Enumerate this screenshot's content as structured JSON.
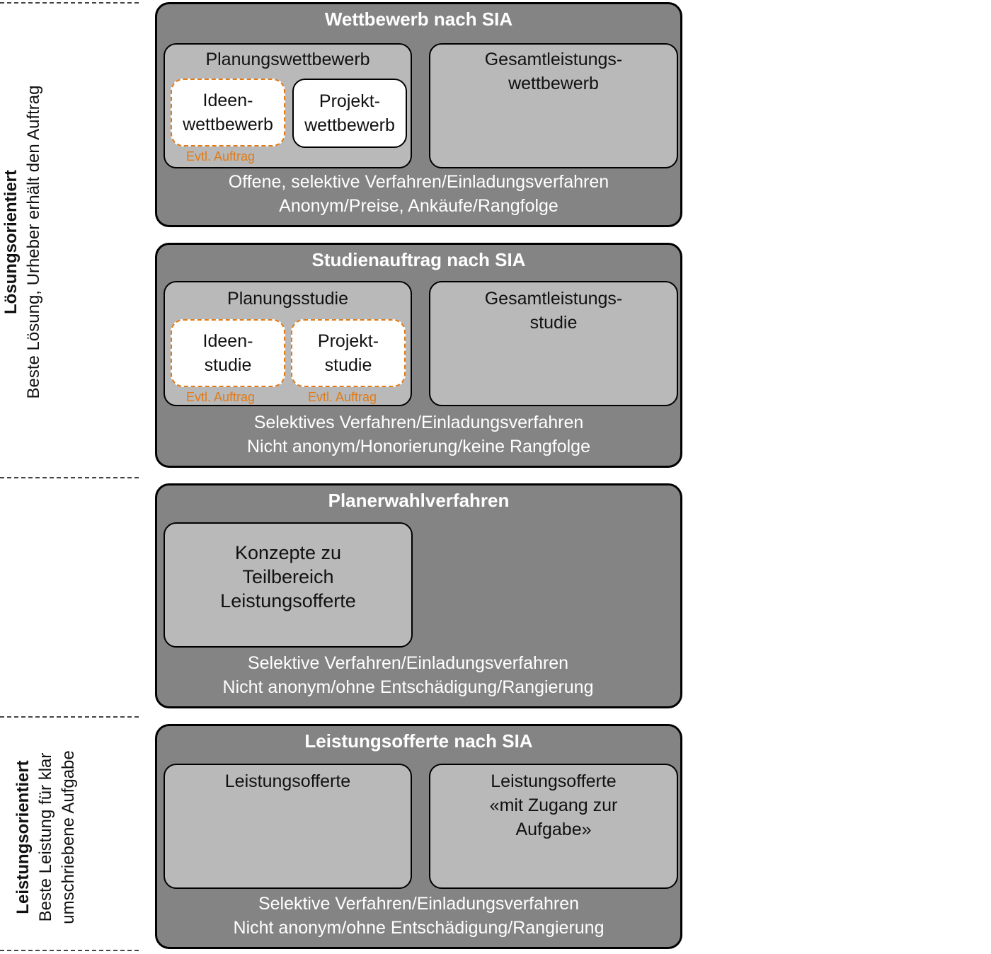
{
  "side": {
    "upper": {
      "title": "Lösungsorientiert",
      "subtitle": "Beste Lösung, Urheber erhält den Auftrag"
    },
    "lower": {
      "title": "Leistungsorientiert",
      "subtitle_line1": "Beste Leistung für klar",
      "subtitle_line2": "umschriebene Aufgabe"
    }
  },
  "boxes": {
    "wettbewerb": {
      "title": "Wettbewerb nach SIA",
      "left_label": "Planungswettbewerb",
      "tile1_line1": "Ideen-",
      "tile1_line2": "wettbewerb",
      "tile1_note": "Evtl. Auftrag",
      "tile2_line1": "Projekt-",
      "tile2_line2": "wettbewerb",
      "right_line1": "Gesamtleistungs-",
      "right_line2": "wettbewerb",
      "foot_line1": "Offene, selektive Verfahren/Einladungsverfahren",
      "foot_line2": "Anonym/Preise, Ankäufe/Rangfolge"
    },
    "studienauftrag": {
      "title": "Studienauftrag nach SIA",
      "left_label": "Planungsstudie",
      "tile1_line1": "Ideen-",
      "tile1_line2": "studie",
      "tile1_note": "Evtl.  Auftrag",
      "tile2_line1": "Projekt-",
      "tile2_line2": "studie",
      "tile2_note": "Evtl.  Auftrag",
      "right_line1": "Gesamtleistungs-",
      "right_line2": "studie",
      "foot_line1": "Selektives Verfahren/Einladungsverfahren",
      "foot_line2": "Nicht anonym/Honorierung/keine Rangfolge"
    },
    "planerwahl": {
      "title": "Planerwahlverfahren",
      "left_line1": "Konzepte zu",
      "left_line2": "Teilbereich",
      "left_line3": "Leistungsofferte",
      "foot_line1": "Selektive Verfahren/Einladungsverfahren",
      "foot_line2": "Nicht anonym/ohne Entschädigung/Rangierung"
    },
    "leistungsofferte": {
      "title": "Leistungsofferte nach SIA",
      "left_label": "Leistungsofferte",
      "right_line1": "Leistungsofferte",
      "right_line2": "«mit Zugang zur",
      "right_line3": "Aufgabe»",
      "foot_line1": "Selektive Verfahren/Einladungsverfahren",
      "foot_line2": "Nicht anonym/ohne Entschädigung/Rangierung"
    }
  },
  "colors": {
    "outer_fill": "#848484",
    "inner_fill": "#b8b9b8",
    "tile_fill": "#ffffff",
    "accent_orange": "#e37a16"
  }
}
